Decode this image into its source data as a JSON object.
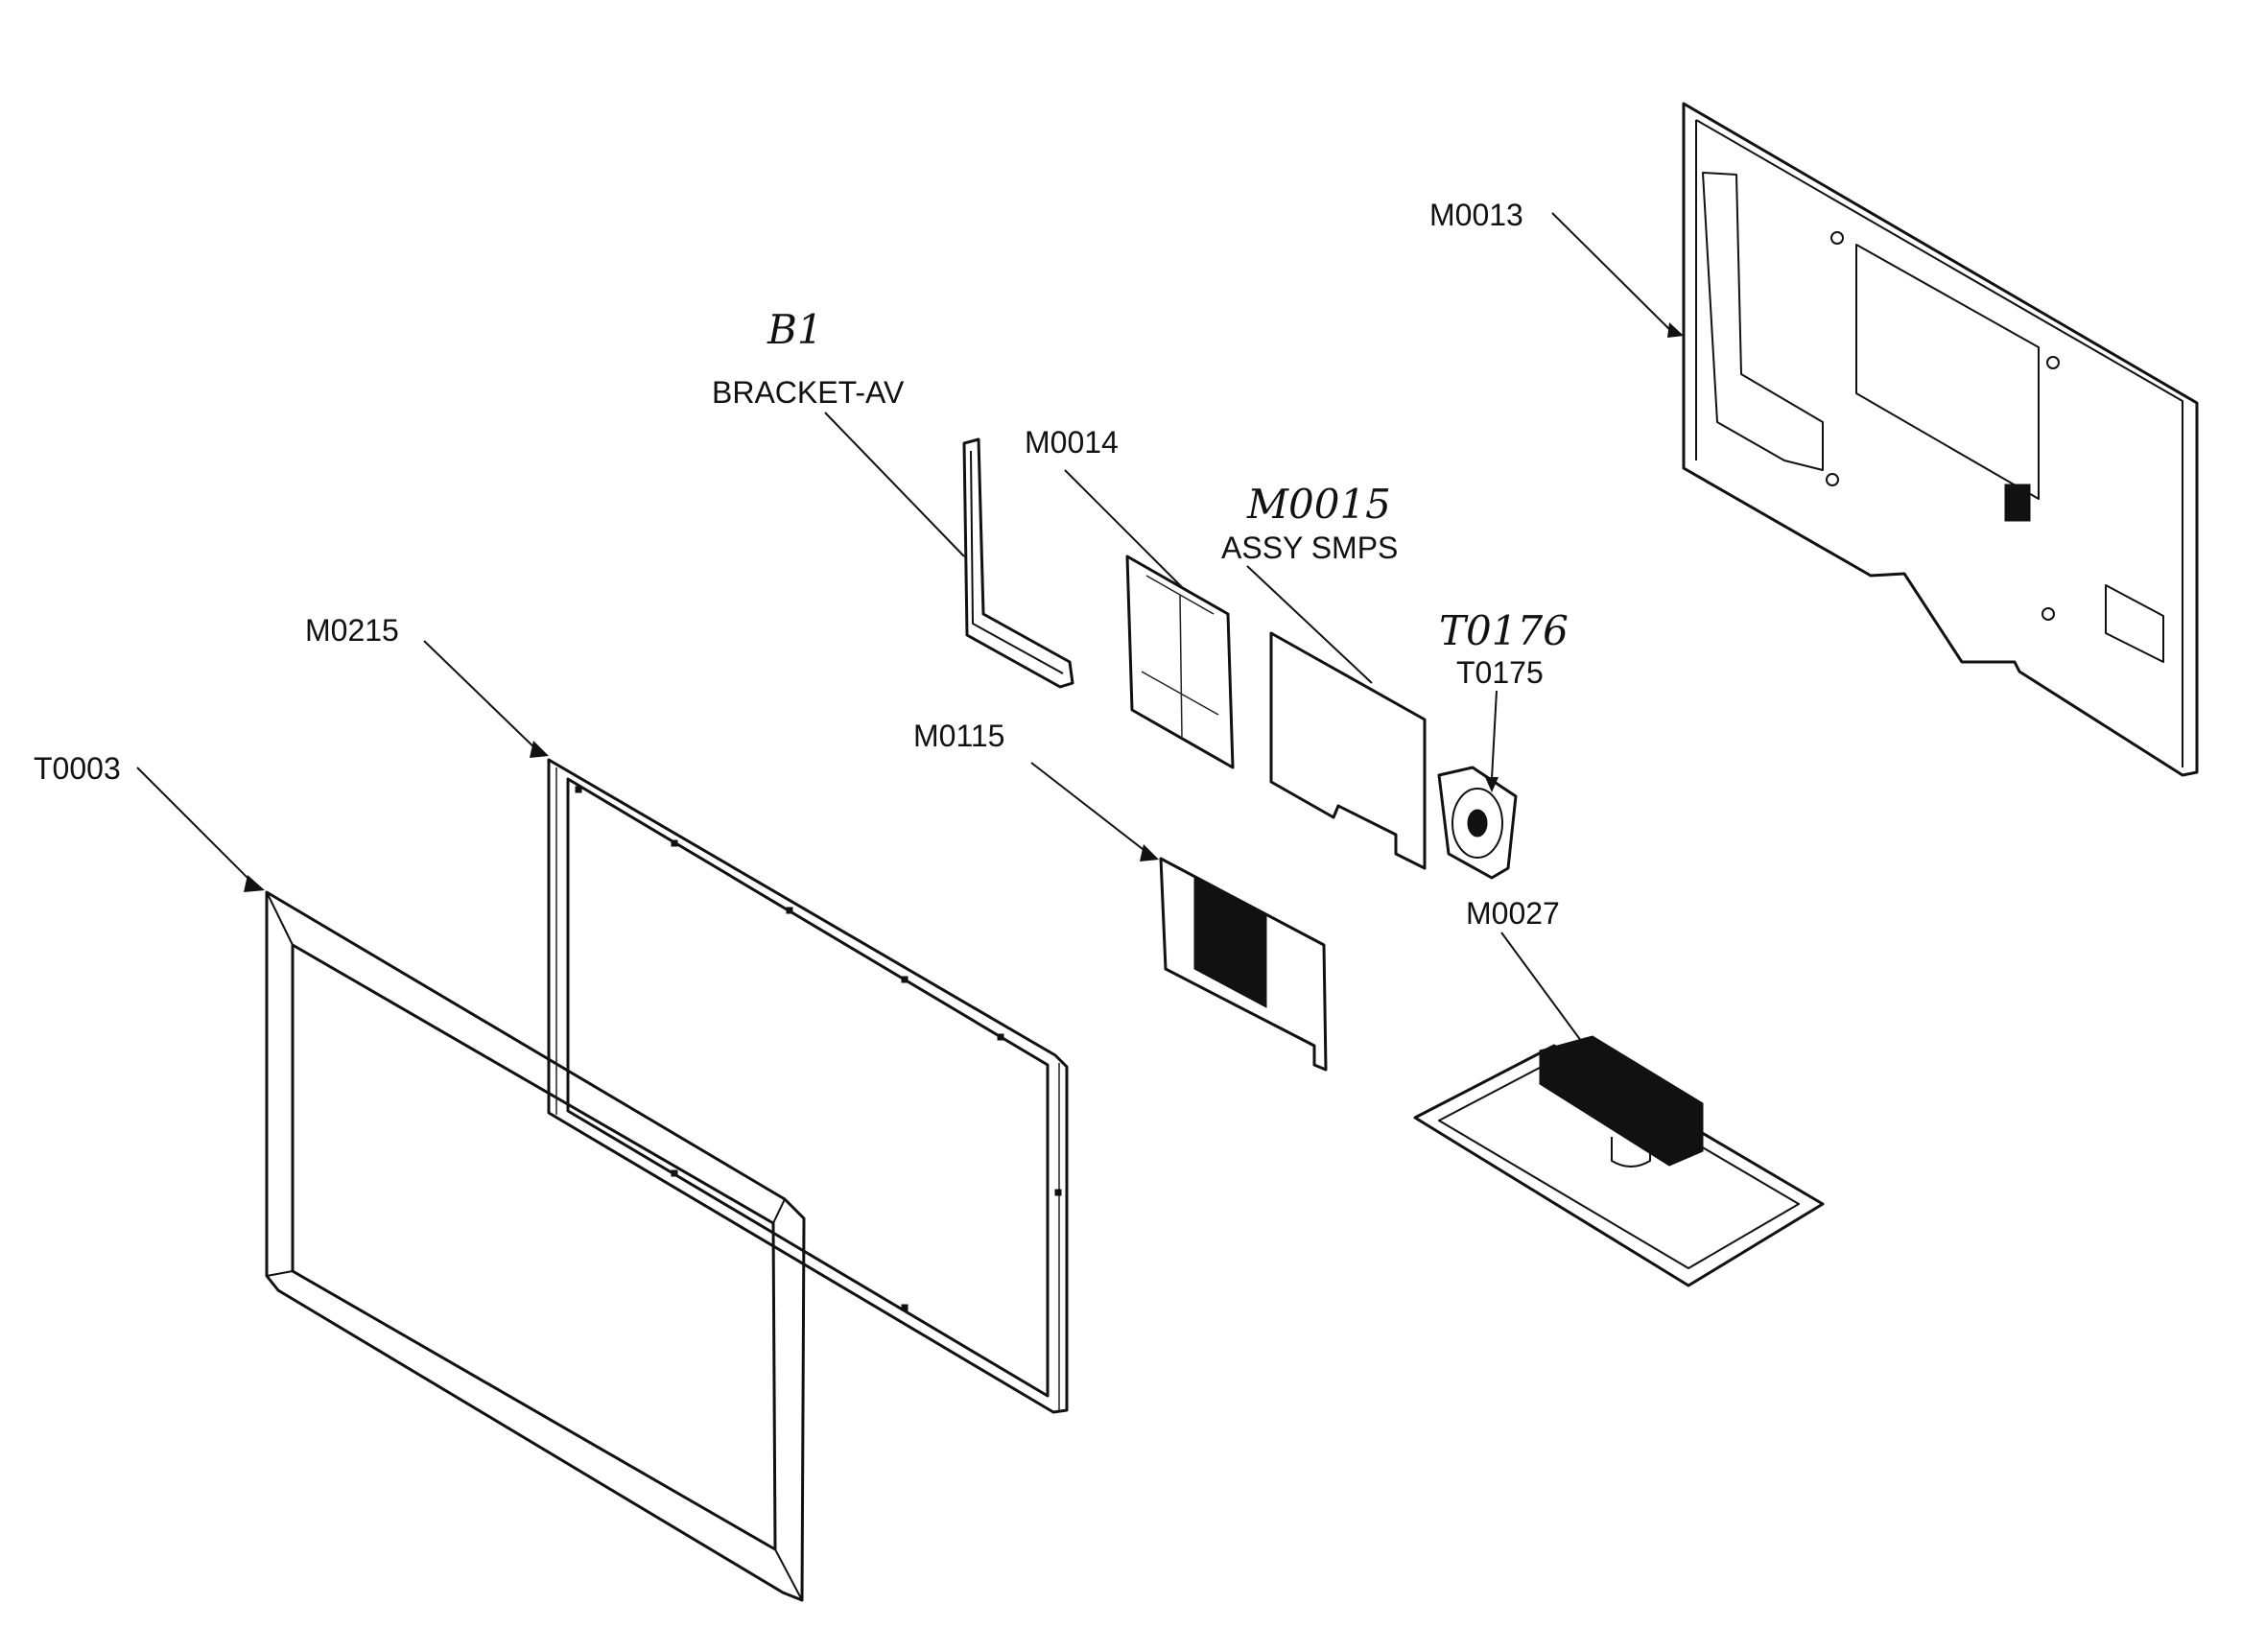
{
  "labels": {
    "b1": "B1",
    "bracket_av": "BRACKET-AV",
    "m0014": "M0014",
    "m0015": "M0015",
    "assy_smps": "ASSY SMPS",
    "t0176": "T0176",
    "t0175": "T0175",
    "m0013": "M0013",
    "m0215": "M0215",
    "t0003": "T0003",
    "m0115": "M0115",
    "m0027": "M0027"
  }
}
